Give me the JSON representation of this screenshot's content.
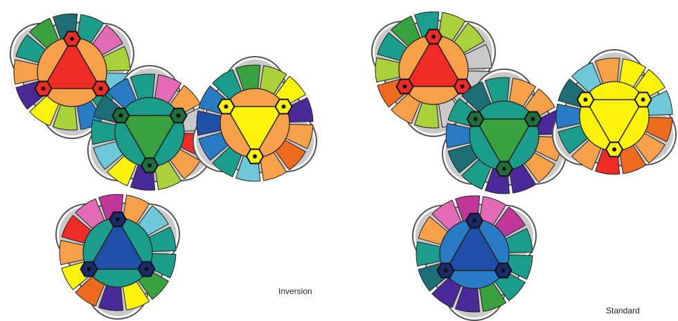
{
  "labels": {
    "left": "Inversion",
    "right": "Standard"
  },
  "colors": {
    "red": "#ef2b26",
    "orange": "#f7a04a",
    "dark_orange": "#ef6c1e",
    "yellow": "#fcf20a",
    "light_green": "#a9d13a",
    "green": "#3aa13f",
    "dark_green": "#1f6f3a",
    "teal": "#1a9d8a",
    "dark_teal": "#1d6e77",
    "light_blue": "#6ec8d8",
    "blue": "#2a7bc6",
    "dark_blue": "#1f4fa8",
    "navy": "#1b2a6b",
    "purple": "#4a2a99",
    "pink": "#e36bb5",
    "magenta": "#c2379a",
    "gray": "#c9c9c9",
    "outline": "#555555"
  },
  "diagrams": [
    {
      "group": "Inversion",
      "clusters": [
        {
          "name": "red",
          "core": "red",
          "disc": "orange",
          "nodes": [
            "red",
            "red",
            "red"
          ],
          "petals": [
            "light_blue",
            "teal",
            "blue",
            "light_green",
            "yellow",
            "purple",
            "orange",
            "teal",
            "green",
            "dark_teal",
            "teal",
            "pink",
            "light_green"
          ]
        },
        {
          "name": "green",
          "core": "green",
          "disc": "teal",
          "nodes": [
            "dark_green",
            "dark_green",
            "dark_green"
          ],
          "petals": [
            "red",
            "orange",
            "light_green",
            "purple",
            "yellow",
            "light_blue",
            "teal",
            "dark_teal",
            "blue",
            "teal",
            "pink",
            "orange",
            "gray"
          ]
        },
        {
          "name": "yellow",
          "core": "yellow",
          "disc": "orange",
          "nodes": [
            "yellow",
            "yellow",
            "yellow"
          ],
          "petals": [
            "orange",
            "dark_orange",
            "orange",
            "light_blue",
            "teal",
            "blue",
            "dark_blue",
            "blue",
            "teal",
            "green",
            "light_green",
            "yellow",
            "purple"
          ]
        },
        {
          "name": "blue",
          "core": "dark_blue",
          "disc": "teal",
          "nodes": [
            "navy",
            "navy",
            "navy"
          ],
          "petals": [
            "teal",
            "green",
            "yellow",
            "purple",
            "dark_orange",
            "yellow",
            "orange",
            "red",
            "pink",
            "magenta",
            "orange",
            "light_blue",
            "teal"
          ]
        }
      ]
    },
    {
      "group": "Standard",
      "clusters": [
        {
          "name": "red",
          "core": "red",
          "disc": "orange",
          "nodes": [
            "red",
            "red",
            "red"
          ],
          "petals": [
            "gray",
            "gray",
            "gray",
            "light_green",
            "orange",
            "dark_orange",
            "light_green",
            "teal",
            "green",
            "teal",
            "light_green",
            "light_green",
            "gray"
          ]
        },
        {
          "name": "green",
          "core": "green",
          "disc": "teal",
          "nodes": [
            "dark_green",
            "dark_green",
            "dark_green"
          ],
          "petals": [
            "orange",
            "orange",
            "purple",
            "purple",
            "teal",
            "dark_teal",
            "blue",
            "teal",
            "dark_teal",
            "teal",
            "orange",
            "orange",
            "purple"
          ]
        },
        {
          "name": "yellow",
          "core": "yellow",
          "disc": "yellow",
          "nodes": [
            "yellow",
            "yellow",
            "yellow"
          ],
          "petals": [
            "dark_orange",
            "orange",
            "dark_orange",
            "red",
            "orange",
            "teal",
            "blue",
            "dark_teal",
            "light_blue",
            "orange",
            "yellow",
            "yellow",
            "light_blue"
          ]
        },
        {
          "name": "blue",
          "core": "dark_blue",
          "disc": "blue",
          "nodes": [
            "navy",
            "navy",
            "navy"
          ],
          "petals": [
            "teal",
            "teal",
            "green",
            "purple",
            "purple",
            "dark_teal",
            "teal",
            "orange",
            "pink",
            "magenta",
            "pink",
            "magenta",
            "teal"
          ]
        }
      ]
    }
  ]
}
